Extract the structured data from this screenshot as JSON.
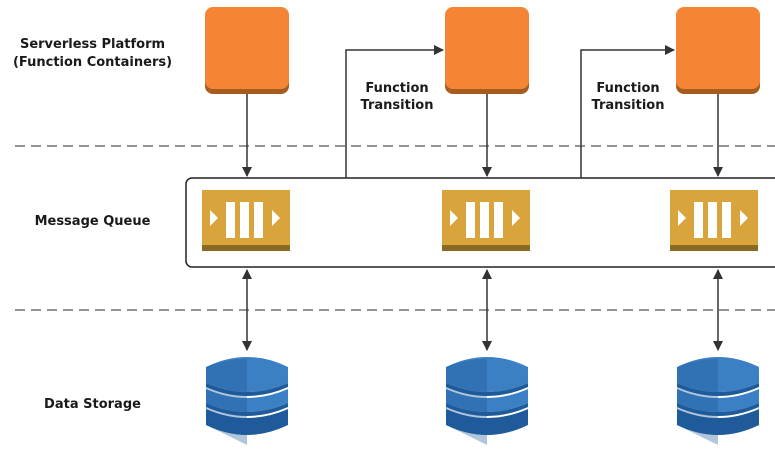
{
  "lanes": {
    "platform_line1": "Serverless Platform",
    "platform_line2": "(Function Containers)",
    "queue": "Message Queue",
    "storage": "Data Storage"
  },
  "transitions": [
    {
      "line1": "Function",
      "line2": "Transition"
    },
    {
      "line1": "Function",
      "line2": "Transition"
    }
  ],
  "colors": {
    "function_container": "#f58535",
    "function_container_shadow": "#a65b1f",
    "queue_icon": "#d9a43c",
    "queue_icon_base": "#8a6a22",
    "storage_dark": "#1f5b9a",
    "storage_light": "#3b7fc4",
    "arrow": "#333333"
  },
  "icons": {
    "function": "function-container-icon",
    "queue": "message-queue-icon",
    "storage": "database-icon"
  }
}
